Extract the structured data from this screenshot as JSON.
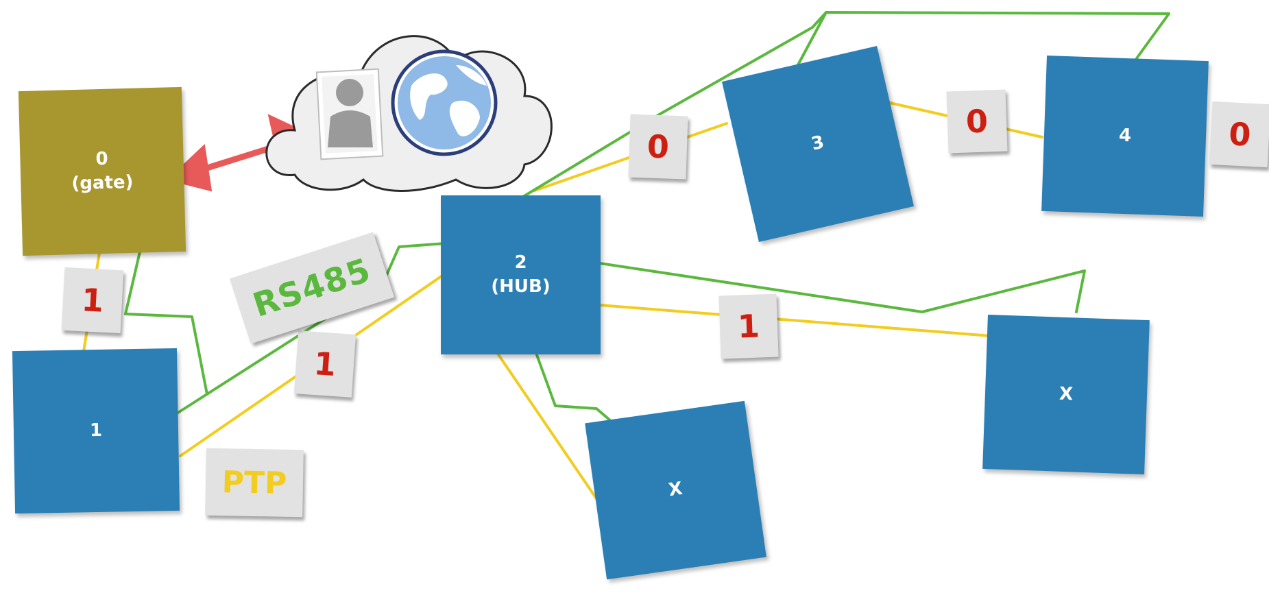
{
  "nodes": {
    "n0": {
      "title": "0",
      "subtitle": "(gate)",
      "color": "#a8962f"
    },
    "n1": {
      "title": "1"
    },
    "n2": {
      "title": "2",
      "subtitle": "(HUB)"
    },
    "n3": {
      "title": "3"
    },
    "n4": {
      "title": "4"
    },
    "x1": {
      "title": "X"
    },
    "x2": {
      "title": "X"
    }
  },
  "port_labels": {
    "gate_to_1": "1",
    "n1_to_hub": "1",
    "hub_to_3": "0",
    "n3_to_4": "0",
    "n4_out": "0",
    "hub_to_x2": "1"
  },
  "legend": {
    "rs485": "RS485",
    "ptp": "PTP"
  },
  "colors": {
    "node_blue": "#2b7fb4",
    "rs485_line": "#5bb83e",
    "ptp_line": "#f2cc1f",
    "internet_link": "#e85a5a",
    "port_number": "#cc1f12"
  },
  "icons": [
    "cloud-icon",
    "user-icon",
    "globe-icon"
  ]
}
